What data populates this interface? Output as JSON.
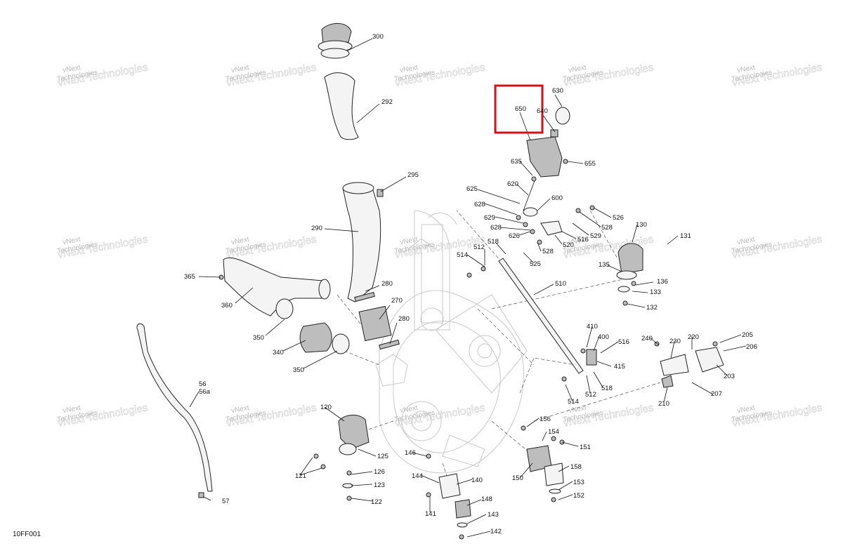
{
  "diagram": {
    "footer_code": "10FF001",
    "highlight_color": "#d0121b",
    "watermark": {
      "line1": "vNext",
      "line2": "Technologies"
    },
    "labels": [
      "300",
      "292",
      "295",
      "290",
      "365",
      "360",
      "280",
      "270",
      "280",
      "350",
      "340",
      "350",
      "56",
      "56a",
      "57",
      "630",
      "650",
      "640",
      "655",
      "635",
      "620",
      "625",
      "600",
      "628",
      "629",
      "628",
      "626",
      "526",
      "528",
      "529",
      "516",
      "520",
      "528",
      "525",
      "514",
      "512",
      "518",
      "510",
      "130",
      "131",
      "135",
      "136",
      "133",
      "132",
      "410",
      "400",
      "516",
      "415",
      "518",
      "512",
      "514",
      "240",
      "230",
      "220",
      "205",
      "206",
      "203",
      "207",
      "210",
      "120",
      "125",
      "126",
      "123",
      "122",
      "121",
      "146",
      "144",
      "140",
      "141",
      "148",
      "143",
      "142",
      "156",
      "154",
      "151",
      "150",
      "158",
      "153",
      "152"
    ]
  }
}
